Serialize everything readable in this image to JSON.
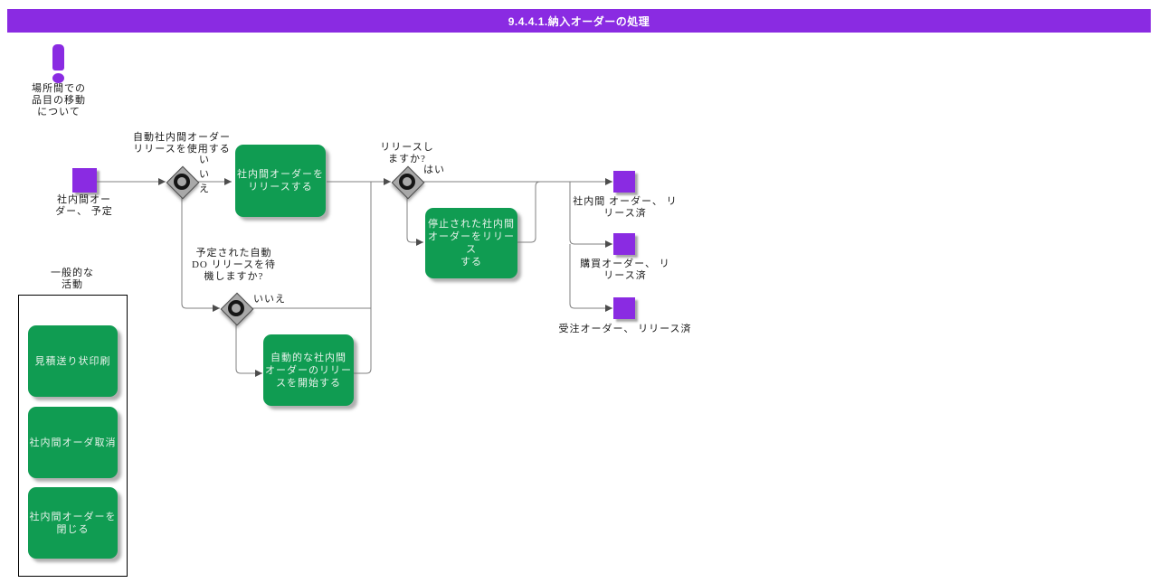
{
  "colors": {
    "purple": "#8A2BE2",
    "green": "#109C52",
    "line": "#808080",
    "diamond": "#A8A8A8"
  },
  "titleBar": {
    "text": "9.4.4.1.納入オーダーの処理"
  },
  "annotation": {
    "text": "場所間での\n品目の移動\nについて"
  },
  "flow": {
    "start": {
      "label": "社内間オー\nダー、 予定"
    },
    "decision_use_auto_release": {
      "question": "自動社内間オーダー\nリリースを使用する",
      "no_label": "い\nい\nえ"
    },
    "task_release_order": {
      "label": "社内間オーダーを\nリリースする"
    },
    "decision_release": {
      "question": "リリースし\nますか?",
      "yes_label": "はい"
    },
    "task_release_held": {
      "label": "停止された社内間\nオーダーをリリース\nする"
    },
    "decision_wait_auto_do": {
      "question": "予定された自動\nDO リリースを待\n機しますか?",
      "no_label": "いいえ"
    },
    "task_start_auto_release": {
      "label": "自動的な社内間\nオーダーのリリー\nスを開始する"
    },
    "end_internal": {
      "label": "社内間 オーダー、 リ\nリース済"
    },
    "end_purchase": {
      "label": "購買オーダー、 リ\nリース済"
    },
    "end_sales": {
      "label": "受注オーダー、 リリース済"
    }
  },
  "group": {
    "title": "一般的な\n活動",
    "items": [
      {
        "label": "見積送り状印刷"
      },
      {
        "label": "社内間オーダ取消"
      },
      {
        "label": "社内間オーダーを\n閉じる"
      }
    ]
  }
}
